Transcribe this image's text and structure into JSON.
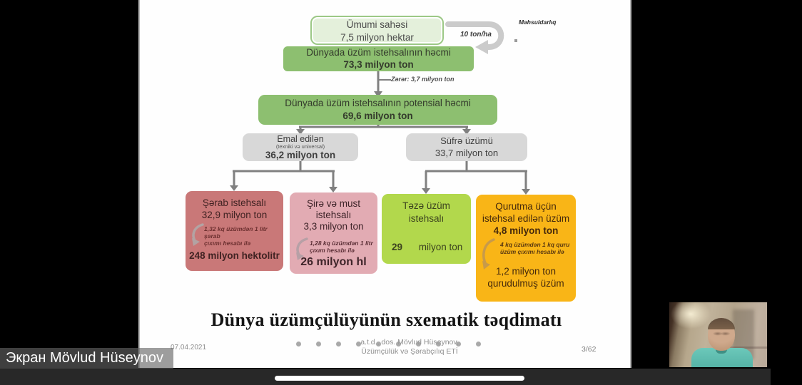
{
  "overlay": {
    "screen_label": "Экран Mövlud Hüseynov"
  },
  "slide": {
    "flow": {
      "total_area": {
        "line1": "Ümumi sahəsi",
        "line2": "7,5 milyon hektar"
      },
      "productivity_label": "Məhsuldarlıq",
      "productivity_value": "10 ton/ha",
      "production": {
        "line1": "Dünyada üzüm istehsalının həcmi",
        "line2": "73,3 milyon ton"
      },
      "loss_label": "Zərər:  3,7 milyon ton",
      "potential": {
        "line1": "Dünyada üzüm istehsalının potensial həcmi",
        "line2": "69,6 milyon ton"
      },
      "processed": {
        "line1": "Emal edilən",
        "line2": "(texniki və universal)",
        "line3": "36,2 milyon ton"
      },
      "table_grapes": {
        "line1": "Süfrə üzümü",
        "line2": "33,7 milyon ton"
      },
      "wine": {
        "title": "Şərab istehsalı",
        "amount": "32,9 milyon ton",
        "note_line1": "1,32 kq üzümdən 1 litr şərab",
        "note_line2": "çıxımı hesabı ilə",
        "result": "248 milyon hektolitr"
      },
      "juice": {
        "title_line1": "Şirə və must",
        "title_line2": "istehsalı",
        "amount": "3,3 milyon ton",
        "note_line1": "1,28 kq üzümdən 1 litr",
        "note_line2": "çıxım hesabı ilə",
        "result": "26 milyon hl"
      },
      "fresh": {
        "title_line1": "Təzə üzüm",
        "title_line2": "istehsalı",
        "amount_value": "29",
        "amount_unit": "milyon ton"
      },
      "raisin": {
        "title_line1": "Qurutma üçün",
        "title_line2": "istehsal edilən üzüm",
        "amount": "4,8 milyon ton",
        "note_line1": "4 kq üzümdən 1 kq quru",
        "note_line2": "üzüm çıxımı hesabı ilə",
        "result_line1": "1,2 milyon ton",
        "result_line2": "qurudulmuş üzüm"
      }
    },
    "title": "Dünya üzümçülüyünün sxematik təqdimatı",
    "footer": {
      "date": "07.04.2021",
      "author_line1": "a.t.d., dos. Mövlud Hüseynov,",
      "author_line2": "Üzümçülük və Şərabçılıq ETİ",
      "page": "3/62"
    }
  },
  "colors": {
    "box_light_green": "#e4f0db",
    "box_green": "#8dbf70",
    "box_gray": "#d8d8d8",
    "box_wine_red": "#c97878",
    "box_pink": "#e2abb3",
    "box_lime": "#b2d84c",
    "box_orange": "#f9b517",
    "connector_gray": "#808080",
    "loop_arrow_gray": "#cbcbcb",
    "taskbar_dark": "#282828"
  }
}
